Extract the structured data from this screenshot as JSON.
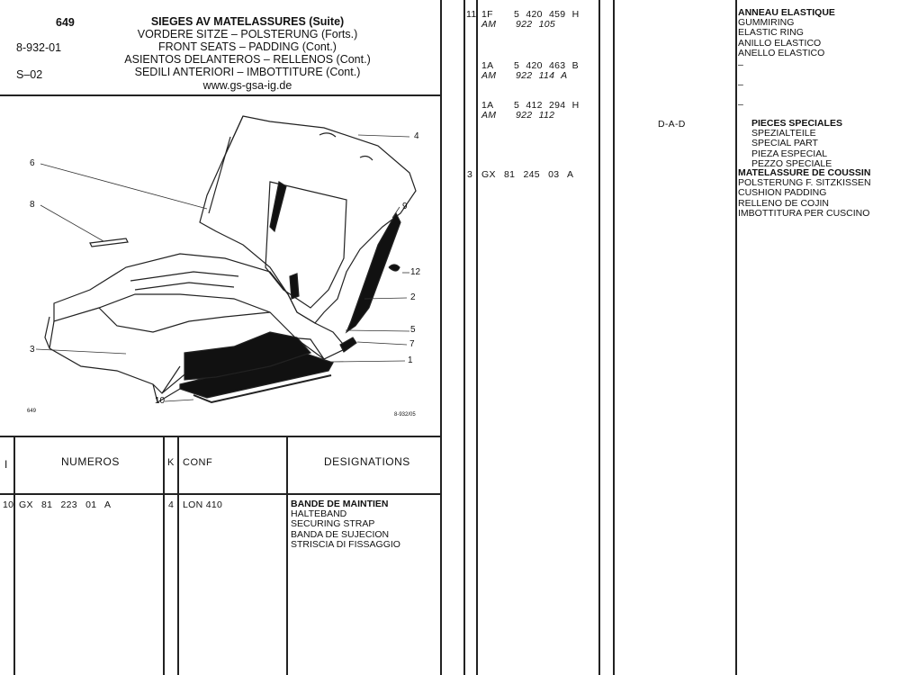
{
  "header": {
    "page_number": "649",
    "ref_code": "8-932-01",
    "section": "S–02",
    "title_fr": "SIEGES AV MATELASSURES (Suite)",
    "title_de": "VORDERE SITZE – POLSTERUNG (Forts.)",
    "title_en": "FRONT SEATS – PADDING (Cont.)",
    "title_es": "ASIENTOS DELANTEROS – RELLENOS (Cont.)",
    "title_it": "SEDILI ANTERIORI – IMBOTTITURE (Cont.)",
    "website": "www.gs-gsa-ig.de"
  },
  "diagram": {
    "callouts": [
      "4",
      "6",
      "8",
      "9",
      "12",
      "2",
      "5",
      "7",
      "3",
      "1",
      "10"
    ],
    "corner_left": "649",
    "corner_right": "8-932/05"
  },
  "table_header": {
    "col_i": "I",
    "col_numeros": "NUMEROS",
    "col_k": "K",
    "col_conf": "CONF",
    "col_designations": "DESIGNATIONS"
  },
  "left_rows": [
    {
      "item": "10",
      "number": "GX 81 223 01 A",
      "qty": "4",
      "conf": "LON 410",
      "designations": [
        "BANDE DE MAINTIEN",
        "HALTEBAND",
        "SECURING STRAP",
        "BANDA DE SUJECION",
        "STRISCIA DI FISSAGGIO"
      ]
    }
  ],
  "right_rows": [
    {
      "item": "11",
      "variants": [
        {
          "code": "1F",
          "number": "5 420 459 H",
          "am_label": "AM",
          "am_number": "922 105"
        },
        {
          "code": "1A",
          "number": "5 420 463 B",
          "am_label": "AM",
          "am_number": "922 114 A"
        },
        {
          "code": "1A",
          "number": "5 412 294 H",
          "am_label": "AM",
          "am_number": "922 112"
        }
      ],
      "designations": [
        "ANNEAU ELASTIQUE",
        "GUMMIRING",
        "ELASTIC RING",
        "ANILLO ELASTICO",
        "ANELLO ELASTICO"
      ],
      "dashes": [
        "–",
        "–",
        "–"
      ]
    },
    {
      "item": "3",
      "number": "GX 81 245 03 A",
      "conf": "D-A-D",
      "special": [
        "PIECES SPECIALES",
        "SPEZIALTEILE",
        "SPECIAL PART",
        "PIEZA ESPECIAL",
        "PEZZO SPECIALE"
      ],
      "designations": [
        "MATELASSURE DE COUSSIN",
        "POLSTERUNG F. SITZKISSEN",
        "CUSHION PADDING",
        "RELLENO DE COJIN",
        "IMBOTTITURA PER CUSCINO"
      ]
    }
  ]
}
